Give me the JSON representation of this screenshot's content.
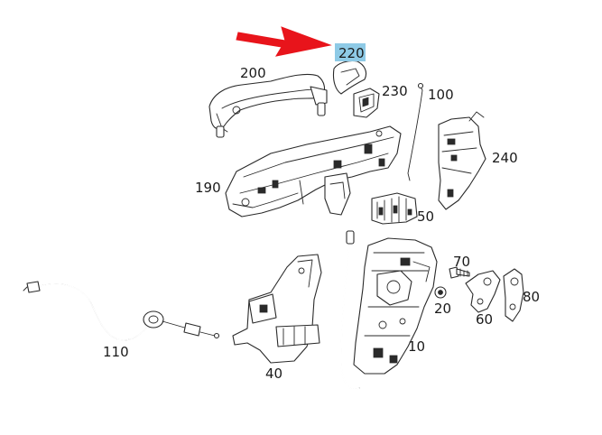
{
  "callouts": {
    "c220": "220",
    "c200": "200",
    "c230": "230",
    "c100": "100",
    "c240": "240",
    "c190": "190",
    "c50": "50",
    "c70": "70",
    "c20": "20",
    "c80": "80",
    "c60": "60",
    "c110": "110",
    "c40": "40",
    "c10": "10"
  },
  "highlight": {
    "target": "220",
    "box_color": "#8ecae6",
    "arrow_color": "#e8141b"
  }
}
